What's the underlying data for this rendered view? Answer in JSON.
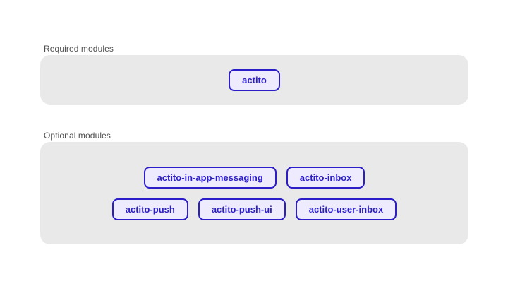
{
  "required": {
    "label": "Required modules",
    "modules": [
      "actito"
    ]
  },
  "optional": {
    "label": "Optional modules",
    "rows": [
      [
        "actito-in-app-messaging",
        "actito-inbox"
      ],
      [
        "actito-push",
        "actito-push-ui",
        "actito-user-inbox"
      ]
    ]
  },
  "colors": {
    "pill_background": "#edebfd",
    "pill_border": "#2b1dc8",
    "pill_text": "#2b1dc8",
    "box_background": "#e9e9e9",
    "label_text": "#4f4f4f",
    "page_background": "#ffffff"
  }
}
